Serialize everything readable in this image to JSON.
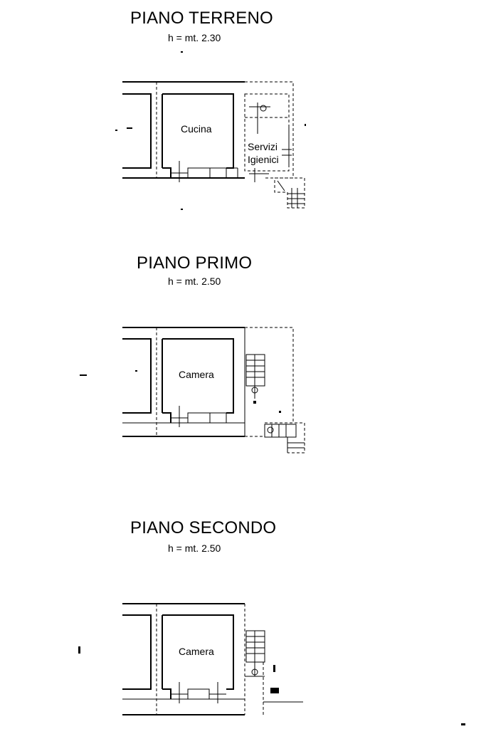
{
  "floors": [
    {
      "title": "PIANO TERRENO",
      "height_label": "h = mt. 2.30",
      "rooms": [
        "Cucina",
        "Servizi",
        "Igienici"
      ]
    },
    {
      "title": "PIANO PRIMO",
      "height_label": "h = mt. 2.50",
      "rooms": [
        "Camera"
      ]
    },
    {
      "title": "PIANO SECONDO",
      "height_label": "h = mt. 2.50",
      "rooms": [
        "Camera"
      ]
    }
  ]
}
